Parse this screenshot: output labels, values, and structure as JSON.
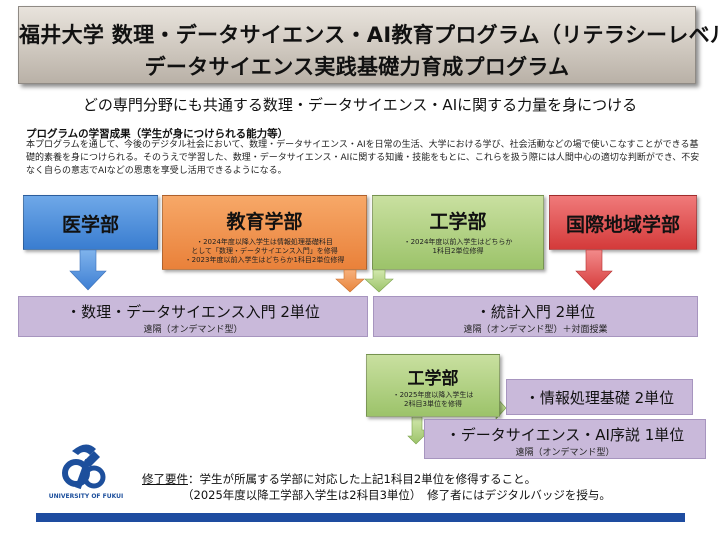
{
  "title": {
    "line1": "福井大学 数理・データサイエンス・AI教育プログラム（リテラシーレベル）",
    "line2": "データサイエンス実践基礎力育成プログラム"
  },
  "subtitle": "どの専門分野にも共通する数理・データサイエンス・AIに関する力量を身につける",
  "outcomes": {
    "heading": "プログラムの学習成果（学生が身につけられる能力等）",
    "text": "本プログラムを通して、今後のデジタル社会において、数理・データサイエンス・AIを日常の生活、大学における学び、社会活動などの場で使いこなすことができる基礎的素養を身につけられる。そのうえで学習した、数理・データサイエンス・AIに関する知識・技能をもとに、これらを扱う際には人間中心の適切な判断ができ、不安なく自らの意志でAIなどの恩恵を享受し活用できるようになる。"
  },
  "departments": {
    "medicine": {
      "name": "医学部"
    },
    "education": {
      "name": "教育学部",
      "notes": [
        "・2024年度以降入学生は情報処理基礎科目",
        "として「数理・データサイエンス入門」を修得",
        "・2023年度以前入学生はどちらか1科目2単位修得"
      ]
    },
    "engineering": {
      "name": "工学部",
      "notes": [
        "・2024年度以前入学生はどちらか",
        "1科目2単位修得"
      ]
    },
    "international": {
      "name": "国際地域学部"
    },
    "engineering_2025": {
      "name": "工学部",
      "notes": [
        "・2025年度以降入学生は",
        "2科目3単位を修得"
      ]
    }
  },
  "courses": {
    "intro_ds": {
      "name": "・数理・データサイエンス入門 2単位",
      "mode": "遠隔（オンデマンド型）"
    },
    "stats": {
      "name": "・統計入門 2単位",
      "mode": "遠隔（オンデマンド型）＋対面授業"
    },
    "info": {
      "name": "・情報処理基礎  2単位"
    },
    "ds_ai": {
      "name": "・データサイエンス・AI序説  1単位",
      "mode": "遠隔（オンデマンド型）"
    }
  },
  "requirements": {
    "label": "修了要件",
    "line1": "：学生が所属する学部に対応した上記1科目2単位を修得すること。",
    "line2": "（2025年度以降工学部入学生は2科目3単位）　修了者にはデジタルバッジを授与。"
  },
  "logo": {
    "text": "UNIVERSITY OF FUKUI",
    "icon": "fukui-university-logo"
  },
  "colors": {
    "medicine": "#4a8ad9",
    "education": "#ee8f48",
    "engineering": "#b1d17e",
    "international": "#e05050",
    "course": "#c9b9da",
    "brand_blue": "#1e4ca0"
  }
}
